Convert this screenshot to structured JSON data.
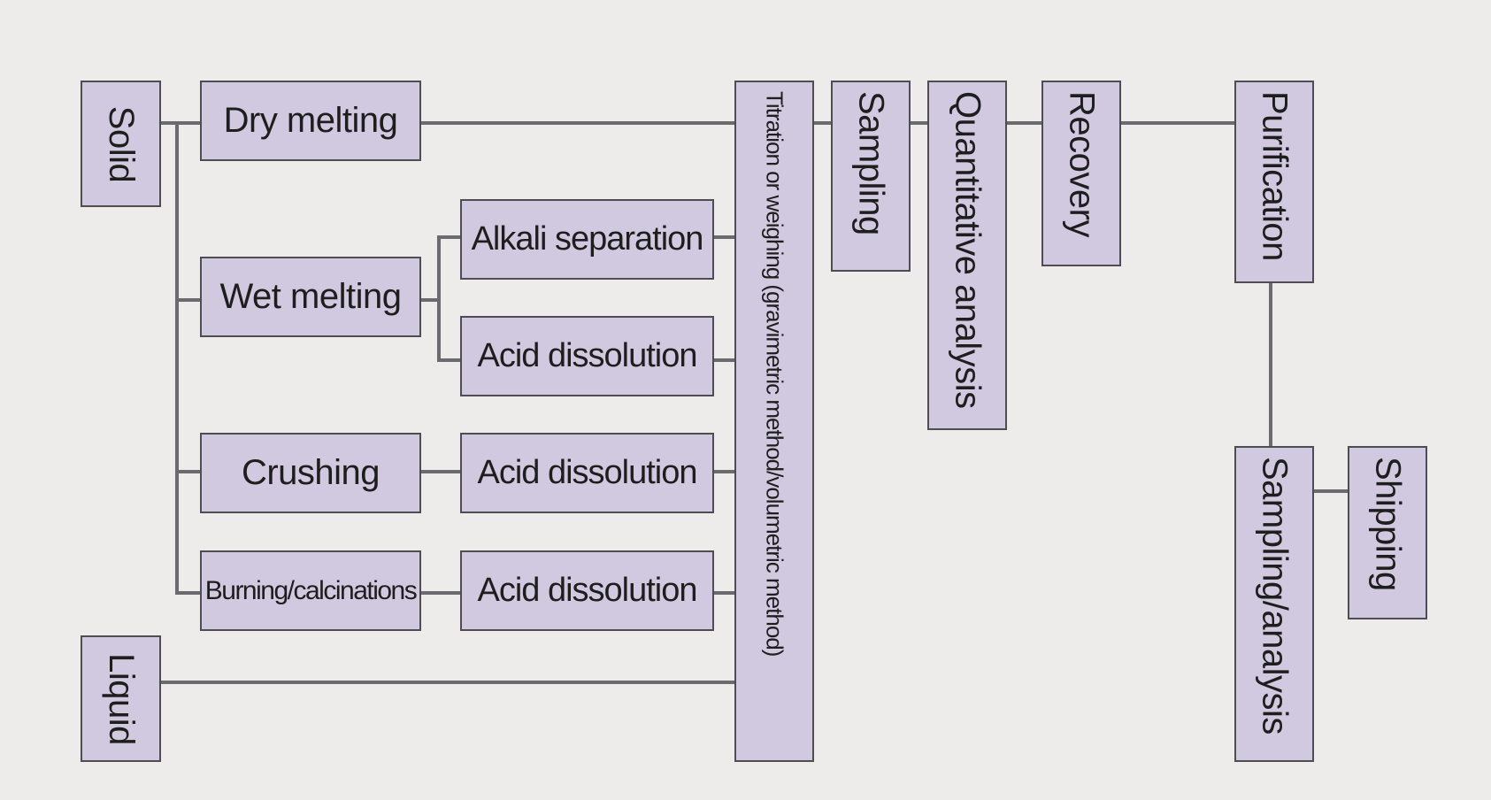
{
  "diagram": {
    "colors": {
      "background": "#edecea",
      "box_fill": "#d1c9df",
      "box_border": "#4e4e52",
      "connector": "#6b6b6f",
      "text": "#1e1e1e"
    },
    "nodes": {
      "solid": "Solid",
      "liquid": "Liquid",
      "dry_melting": "Dry melting",
      "wet_melting": "Wet melting",
      "crushing": "Crushing",
      "burning": "Burning/calcinations",
      "alkali_separation": "Alkali separation",
      "acid_dissolution_1": "Acid dissolution",
      "acid_dissolution_2": "Acid dissolution",
      "acid_dissolution_3": "Acid dissolution",
      "titration": "Titration or weighing (gravimetric method/volumetric method)",
      "sampling": "Sampling",
      "quantitative_analysis": "Quantitative analysis",
      "recovery": "Recovery",
      "purification": "Purification",
      "sampling_analysis": "Sampling/analysis",
      "shipping": "Shipping"
    }
  }
}
